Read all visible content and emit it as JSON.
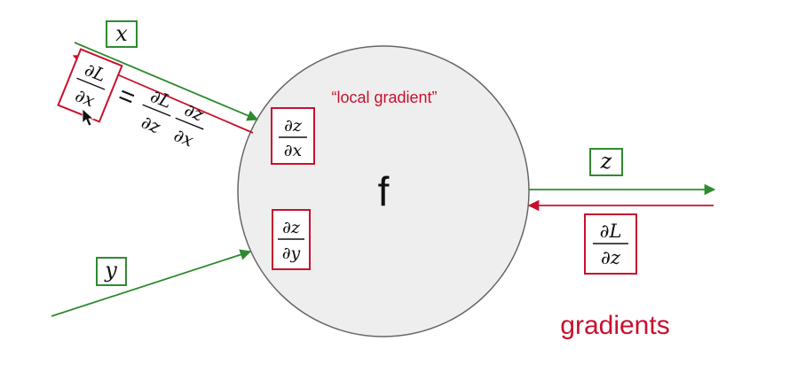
{
  "colors": {
    "forward": "#2e8b2e",
    "backward": "#c8102e",
    "node_fill": "#eeeeee",
    "node_stroke": "#666666",
    "text": "#111111"
  },
  "node": {
    "label": "f",
    "caption": "“local gradient”"
  },
  "inputs": {
    "x": "x",
    "y": "y"
  },
  "output": {
    "z": "z"
  },
  "local_gradients": {
    "dz_dx": {
      "num": "∂z",
      "den": "∂x"
    },
    "dz_dy": {
      "num": "∂z",
      "den": "∂y"
    }
  },
  "upstream_gradient": {
    "num": "∂L",
    "den": "∂z"
  },
  "chain_rule": {
    "lhs": {
      "num": "∂L",
      "den": "∂x"
    },
    "equals": "=",
    "factor1": {
      "num": "∂L",
      "den": "∂z"
    },
    "factor2": {
      "num": "∂z",
      "den": "∂x"
    }
  },
  "footer": {
    "label": "gradients"
  }
}
